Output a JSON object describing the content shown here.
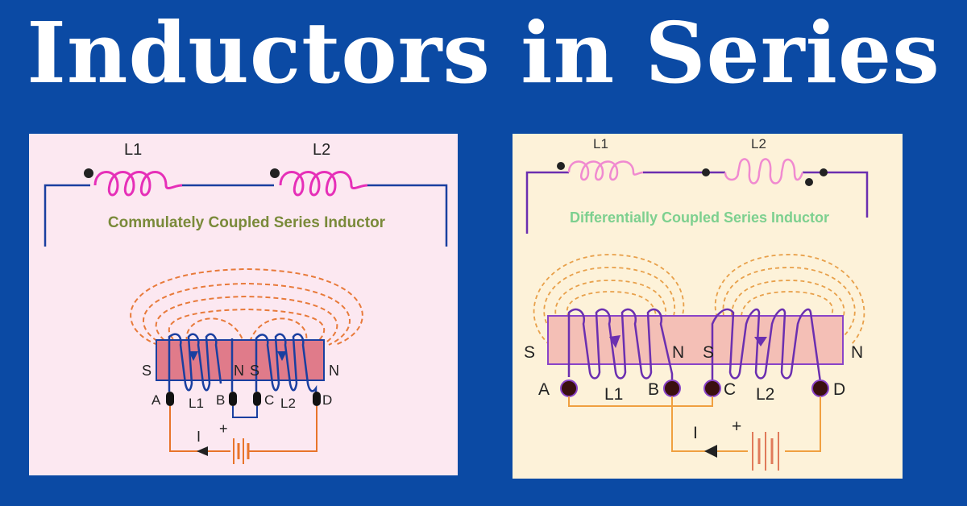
{
  "title": "Inductors in Series",
  "left_diagram": {
    "inductor_labels": [
      "L1",
      "L2"
    ],
    "caption": "Commulately Coupled Series Inductor",
    "pole_labels": [
      "S",
      "N",
      "S",
      "N"
    ],
    "terminal_labels": [
      "A",
      "B",
      "C",
      "D"
    ],
    "coil_labels": [
      "L1",
      "L2"
    ],
    "current_label": "I",
    "battery_sign": "+"
  },
  "right_diagram": {
    "inductor_labels": [
      "L1",
      "L2"
    ],
    "caption": "Differentially Coupled Series Inductor",
    "pole_labels": [
      "S",
      "N",
      "S",
      "N"
    ],
    "terminal_labels": [
      "A",
      "B",
      "C",
      "D"
    ],
    "coil_labels": [
      "L1",
      "L2"
    ],
    "current_label": "I",
    "battery_sign": "+"
  },
  "colors": {
    "background": "#0b4aa4",
    "left_panel": "#fce8f1",
    "right_panel": "#fdf2d9",
    "left_caption": "#7a8a3a",
    "right_caption": "#7dd08f",
    "core": "#e07b8a",
    "field_lines": "#e87a3a"
  }
}
